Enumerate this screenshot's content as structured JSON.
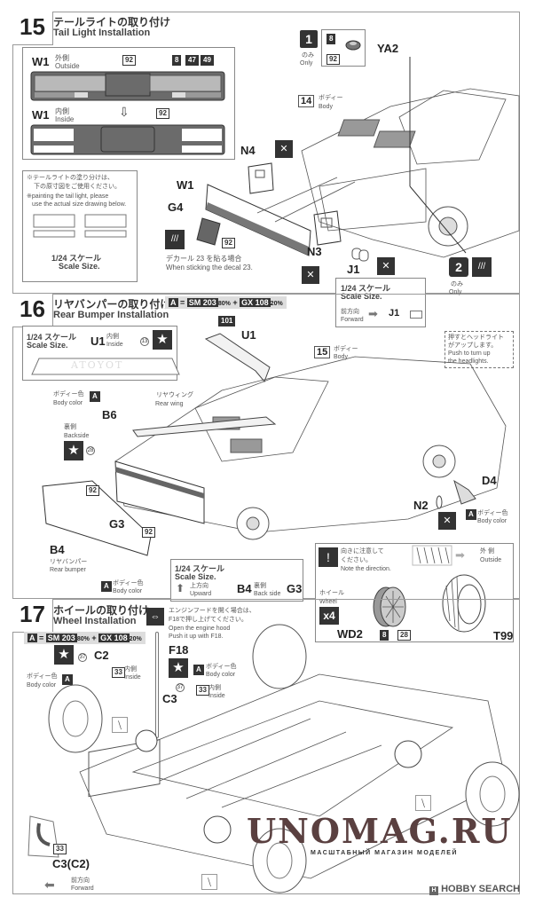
{
  "step15": {
    "number": "15",
    "title_jp": "テールライトの取り付け",
    "title_en": "Tail Light Installation",
    "w1_outside": {
      "part": "W1",
      "jp": "外側",
      "en": "Outside",
      "colors": [
        "92",
        "8",
        "47",
        "49"
      ]
    },
    "w1_inside": {
      "part": "W1",
      "jp": "内側",
      "en": "Inside",
      "colors": [
        "92"
      ]
    },
    "note_jp_1": "※テールライトの塗り分けは、",
    "note_jp_2": "下の原寸図をご使用ください。",
    "note_en_1": "※painting the  tail light, please",
    "note_en_2": "use the actual size drawing below.",
    "scale_jp": "1/24 スケール",
    "scale_en": "Scale Size.",
    "only1": {
      "num": "1",
      "jp": "のみ",
      "en": "Only"
    },
    "ya2": {
      "part": "YA2",
      "colors": [
        "8",
        "92"
      ]
    },
    "body_ref": {
      "num": "14",
      "jp": "ボディー",
      "en": "Body"
    },
    "parts": {
      "n4": "N4",
      "w1": "W1",
      "g4": "G4",
      "n3": "N3",
      "j1": "J1"
    },
    "g4_color": "92",
    "decal_jp": "デカール 23 を貼る場合",
    "decal_en": "When sticking the decal 23.",
    "j1_box": {
      "scale_jp": "1/24 スケール",
      "scale_en": "Scale Size.",
      "dir_jp": "前方向",
      "dir_en": "Forward",
      "part": "J1"
    },
    "only2": {
      "num": "2",
      "jp": "のみ",
      "en": "Only"
    }
  },
  "step16": {
    "number": "16",
    "title_jp": "リヤバンパーの取り付け",
    "title_en": "Rear Bumper Installation",
    "mix": {
      "a": "A",
      "eq": "=",
      "c1": "SM 203",
      "p1": "80%",
      "plus": "+",
      "c2": "GX 108",
      "p2": "20%"
    },
    "u1_box": {
      "scale_jp": "1/24 スケール",
      "scale_en": "Scale Size.",
      "part": "U1",
      "jp": "内側",
      "en": "Inside",
      "decal": "13",
      "wing_text": "ATOYOT"
    },
    "u1_color": "101",
    "u1": "U1",
    "body_ref": {
      "num": "15",
      "jp": "ボディー",
      "en": "Body"
    },
    "headlight_note_jp_1": "押すとヘッドライト",
    "headlight_note_jp_2": "がアップします。",
    "headlight_note_en_1": "Push to turn up",
    "headlight_note_en_2": "the headlights.",
    "body_color_jp": "ボディー色",
    "body_color_en": "Body color",
    "rear_wing_jp": "リヤウィング",
    "rear_wing_en": "Rear wing",
    "b6": "B6",
    "backside_jp": "裏側",
    "backside_en": "Backside",
    "decal_28": "28",
    "g3": "G3",
    "g3_color": "92",
    "b4": "B4",
    "b4_jp": "リヤバンパー",
    "b4_en": "Rear bumper",
    "b4_color": "A",
    "d4": "D4",
    "n2": "N2",
    "d4_color_jp": "ボディー色",
    "d4_color_en": "Body color",
    "scale_box": {
      "scale_jp": "1/24 スケール",
      "scale_en": "Scale Size.",
      "dir_jp": "上方向",
      "dir_en": "Upward",
      "b4": "B4",
      "back_jp": "裏側",
      "back_en": "Back side",
      "g3": "G3"
    }
  },
  "wheel_box": {
    "note_jp_1": "向きに注意して",
    "note_jp_2": "ください。",
    "note_en": "Note the direction.",
    "outside_jp": "外 側",
    "outside_en": "Outside",
    "wheel_jp": "ホイール",
    "wheel_en": "Wheel",
    "count": "x4",
    "wd2": "WD2",
    "t99": "T99",
    "colors": [
      "8",
      "28"
    ]
  },
  "step17": {
    "number": "17",
    "title_jp": "ホイールの取り付け",
    "title_en": "Wheel Installation",
    "mix": {
      "a": "A",
      "eq": "=",
      "c1": "SM 203",
      "p1": "80%",
      "plus": "+",
      "c2": "GX 108",
      "p2": "20%"
    },
    "hood_jp_1": "エンジンフードを開く場合は、",
    "hood_jp_2": "F18で押し上げてください。",
    "hood_en_1": "Open the engine hood",
    "hood_en_2": "Push it up with F18.",
    "f18": "F18",
    "c2": "C2",
    "c3": "C3",
    "decal_37": "37",
    "inside_color": "33",
    "inside_jp": "内側",
    "inside_en": "Inside",
    "body_color_jp": "ボディー色",
    "body_color_en": "Body color",
    "c3c2": "C3(C2)",
    "c3c2_color": "33",
    "forward_jp": "前方向",
    "forward_en": "Forward"
  },
  "watermark": {
    "main": "UNOMAG.RU",
    "sub": "МАСШТАБНЫЙ МАГАЗИН МОДЕЛЕЙ",
    "credit": "HOBBY SEARCH"
  }
}
